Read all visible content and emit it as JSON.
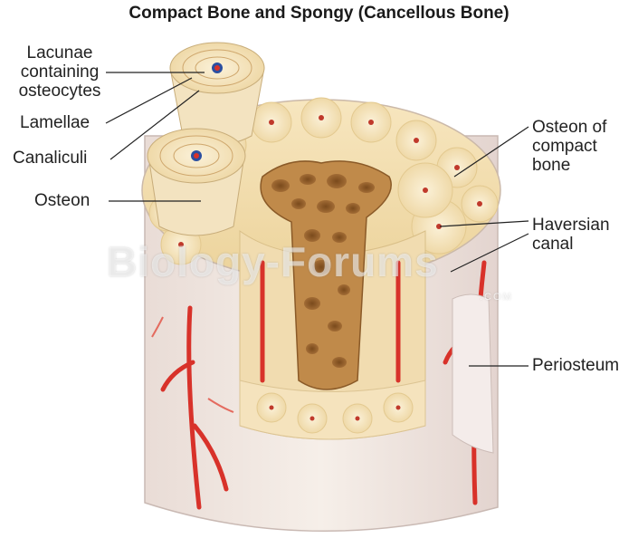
{
  "title": "Compact Bone and Spongy (Cancellous Bone)",
  "labels": {
    "lacunae": [
      "Lacunae",
      "containing",
      "osteocytes"
    ],
    "lamellae": "Lamellae",
    "canaliculi": "Canaliculi",
    "osteon": "Osteon",
    "osteon_compact": [
      "Osteon of",
      "compact",
      "bone"
    ],
    "haversian": [
      "Haversian",
      "canal"
    ],
    "periosteum": "Periosteum"
  },
  "watermark": {
    "text": "Biology-Forums",
    "suffix": ".COM"
  },
  "colors": {
    "bone_tan": "#f3dfb2",
    "bone_light": "#f8ecd0",
    "spongy": "#b07a3e",
    "vessel_red": "#d8322a",
    "periosteum": "#efe4e0"
  }
}
